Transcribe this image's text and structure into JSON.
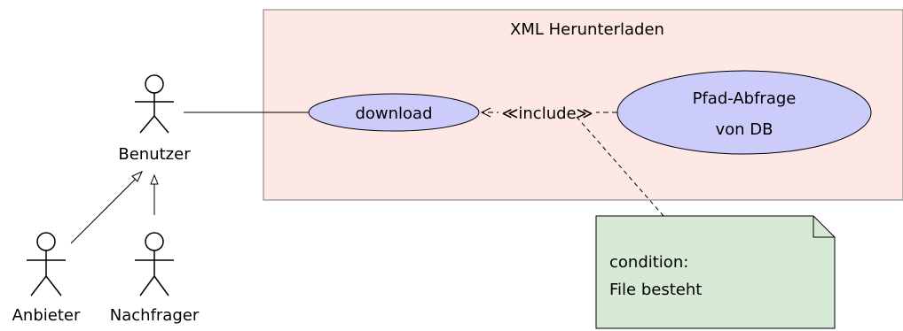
{
  "system": {
    "title": "XML Herunterladen",
    "fill": "#fde8e5",
    "stroke": "#7a7a7a"
  },
  "actors": {
    "benutzer": "Benutzer",
    "anbieter": "Anbieter",
    "nachfrager": "Nachfrager"
  },
  "use_cases": {
    "download": "download",
    "pfad_line1": "Pfad-Abfrage",
    "pfad_line2": "von DB",
    "fill": "#ccccfa"
  },
  "relations": {
    "include_label": "≪include≫"
  },
  "note": {
    "line1": "condition:",
    "line2": "File besteht",
    "fill": "#d6ead6"
  }
}
